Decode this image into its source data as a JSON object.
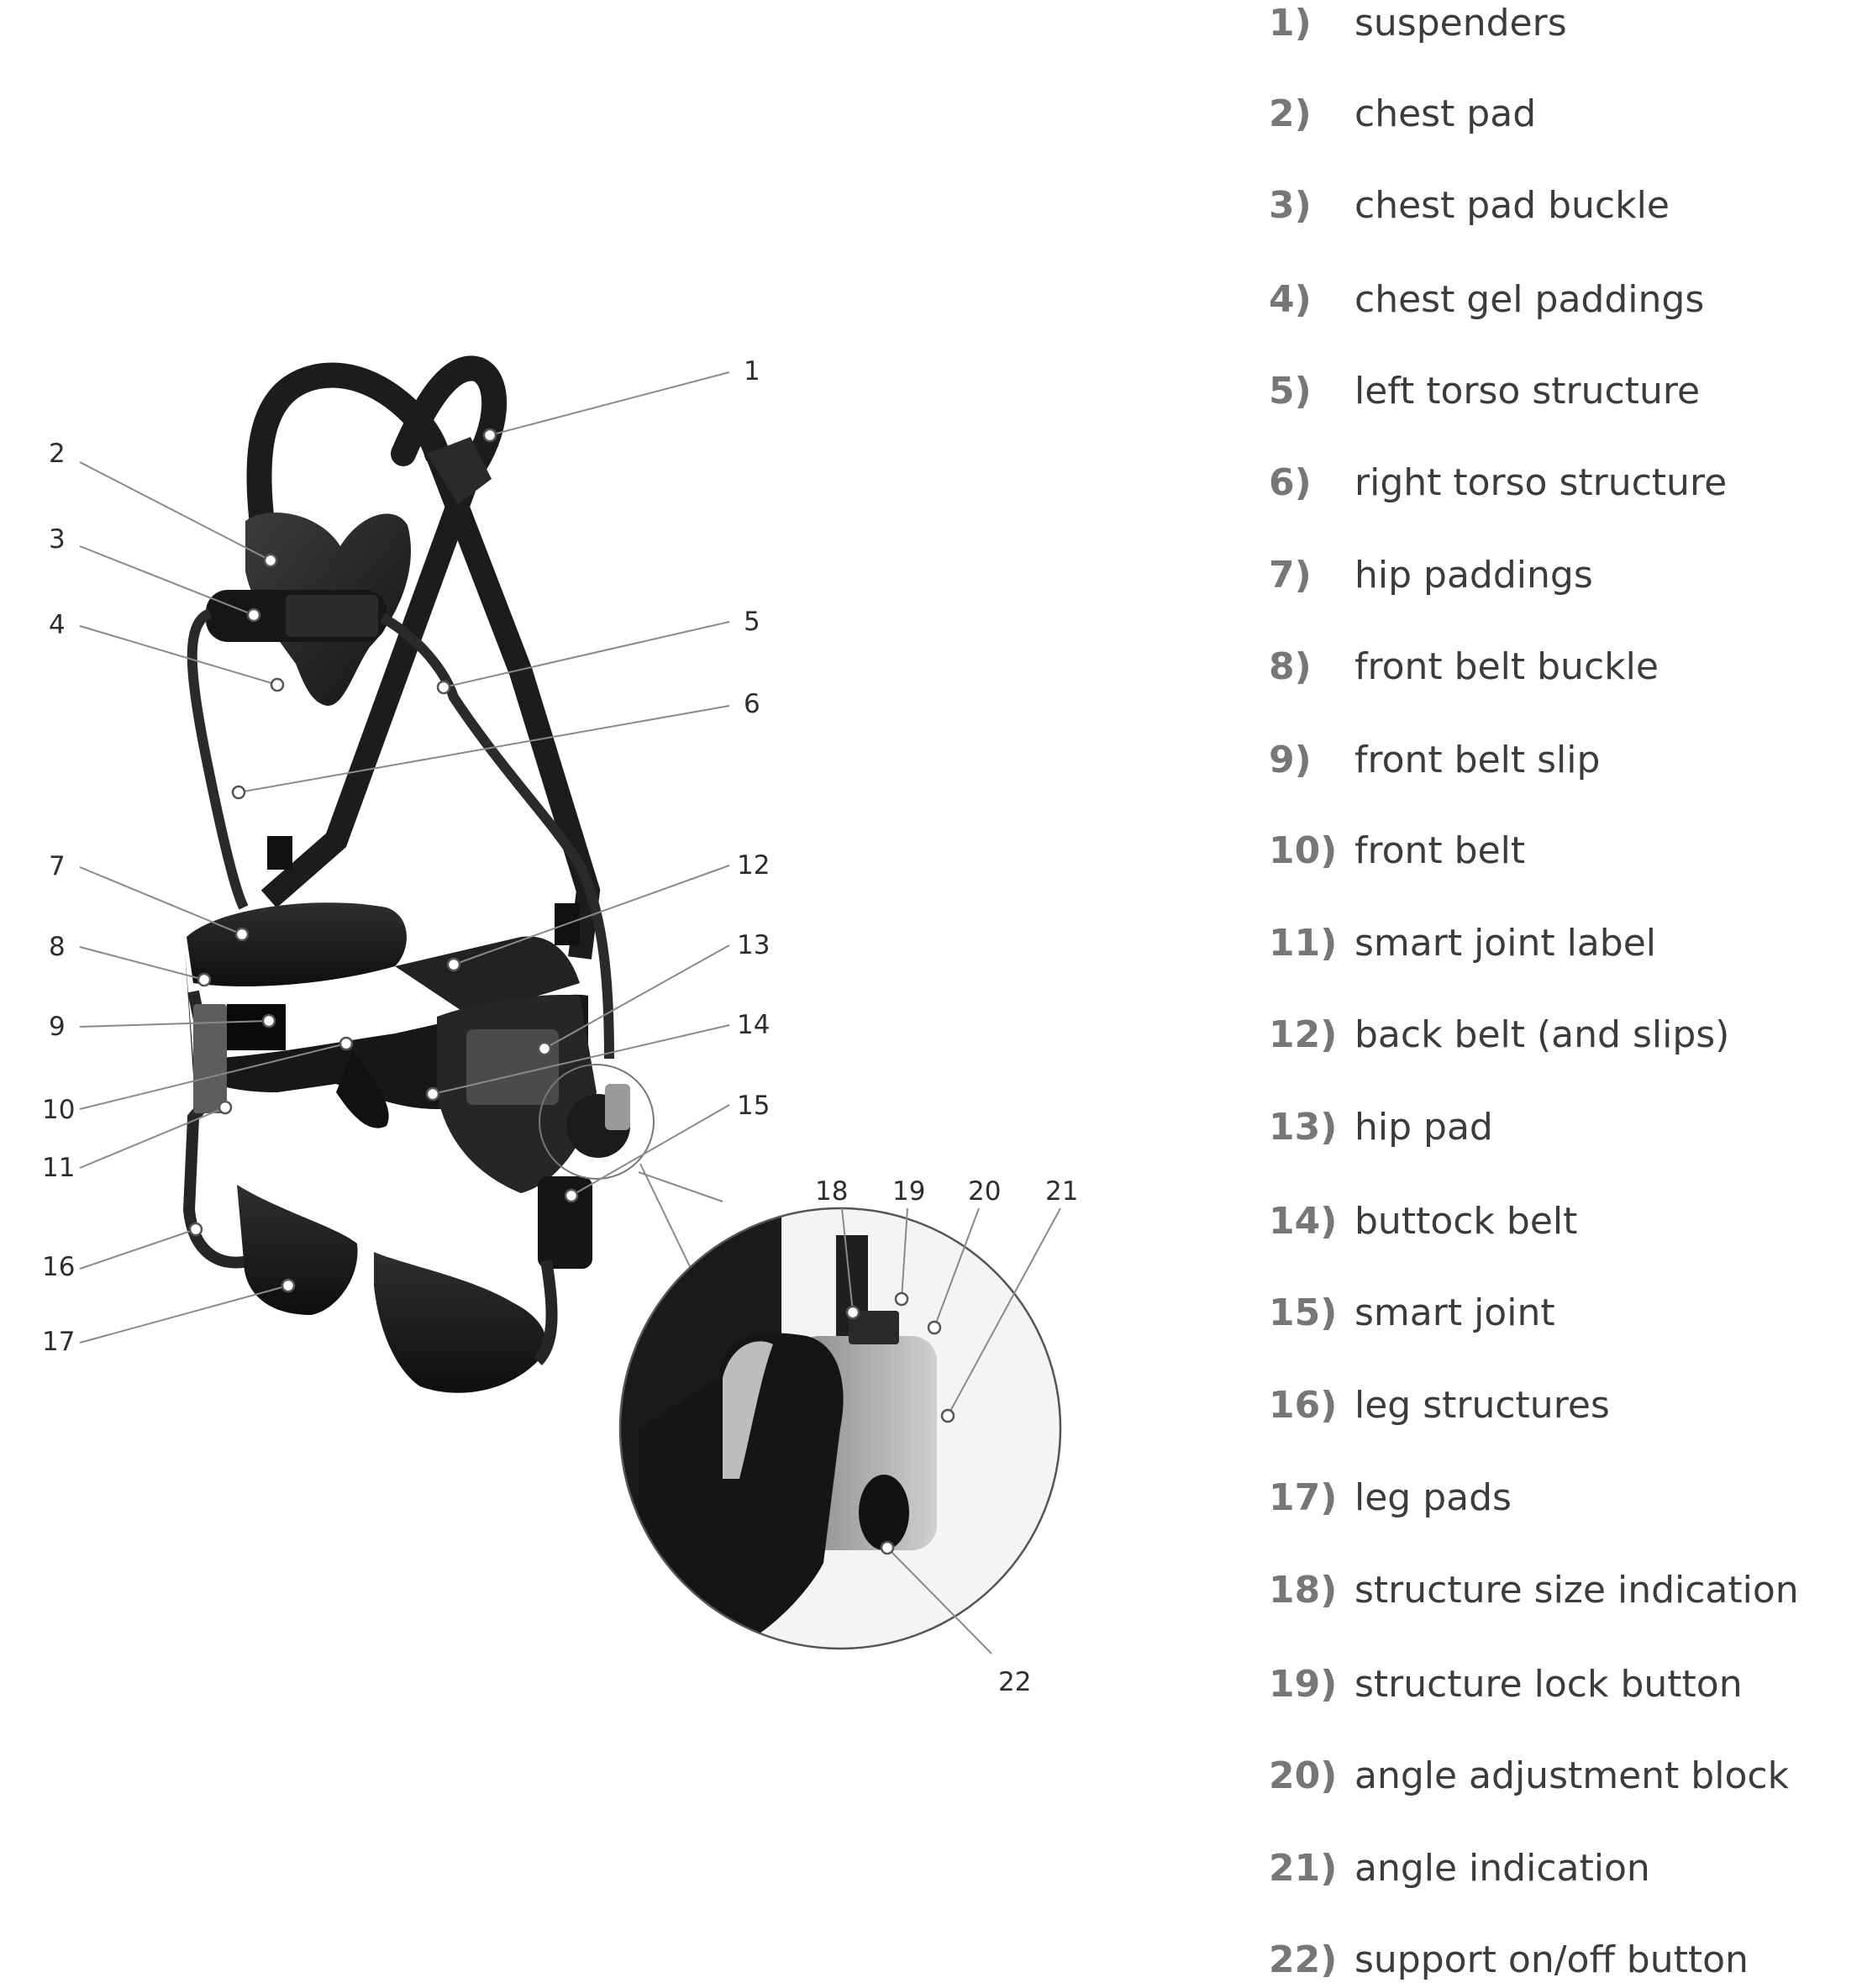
{
  "callouts": [
    "1",
    "2",
    "3",
    "4",
    "5",
    "6",
    "7",
    "8",
    "9",
    "10",
    "11",
    "12",
    "13",
    "14",
    "15",
    "16",
    "17",
    "18",
    "19",
    "20",
    "21",
    "22"
  ],
  "legend": [
    {
      "num": "1)",
      "label": "suspenders"
    },
    {
      "num": "2)",
      "label": "chest pad"
    },
    {
      "num": "3)",
      "label": "chest pad buckle"
    },
    {
      "num": "4)",
      "label": "chest gel paddings"
    },
    {
      "num": "5)",
      "label": "left torso structure"
    },
    {
      "num": "6)",
      "label": "right torso structure"
    },
    {
      "num": "7)",
      "label": "hip paddings"
    },
    {
      "num": "8)",
      "label": "front belt buckle"
    },
    {
      "num": "9)",
      "label": "front belt slip"
    },
    {
      "num": "10)",
      "label": "front belt"
    },
    {
      "num": "11)",
      "label": "smart joint label"
    },
    {
      "num": "12)",
      "label": "back belt (and slips)"
    },
    {
      "num": "13)",
      "label": "hip pad"
    },
    {
      "num": "14)",
      "label": "buttock belt"
    },
    {
      "num": "15)",
      "label": "smart joint"
    },
    {
      "num": "16)",
      "label": "leg structures"
    },
    {
      "num": "17)",
      "label": "leg pads"
    },
    {
      "num": "18)",
      "label": "structure size indication"
    },
    {
      "num": "19)",
      "label": "structure lock button"
    },
    {
      "num": "20)",
      "label": "angle adjustment block"
    },
    {
      "num": "21)",
      "label": "angle indication"
    },
    {
      "num": "22)",
      "label": "support on/off button"
    }
  ]
}
